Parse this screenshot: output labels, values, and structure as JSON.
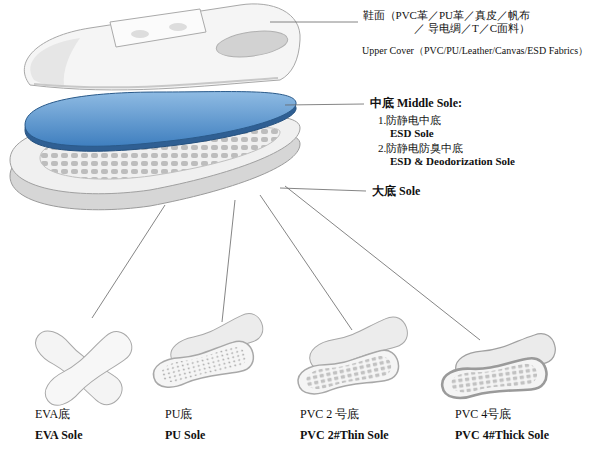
{
  "diagram": {
    "labels": [
      "鞋面（PVC革／PU革／真皮／帆布／ 导电绸／T／C面料）",
      "Upper Cover（PVC/PU/Leather/Canvas/ESD Fabrics）",
      "中底 Middle Sole:",
      "1.防静电中底",
      "ESD Sole",
      "2.防静电防臭中底",
      "ESD & Deodorization Sole",
      "大底 Sole",
      "EVA底",
      "EVA Sole",
      "PU底",
      "PU Sole",
      "PVC 2 号底",
      "PVC 2#Thin Sole",
      "PVC 4号底",
      "PVC 4#Thick Sole"
    ]
  }
}
